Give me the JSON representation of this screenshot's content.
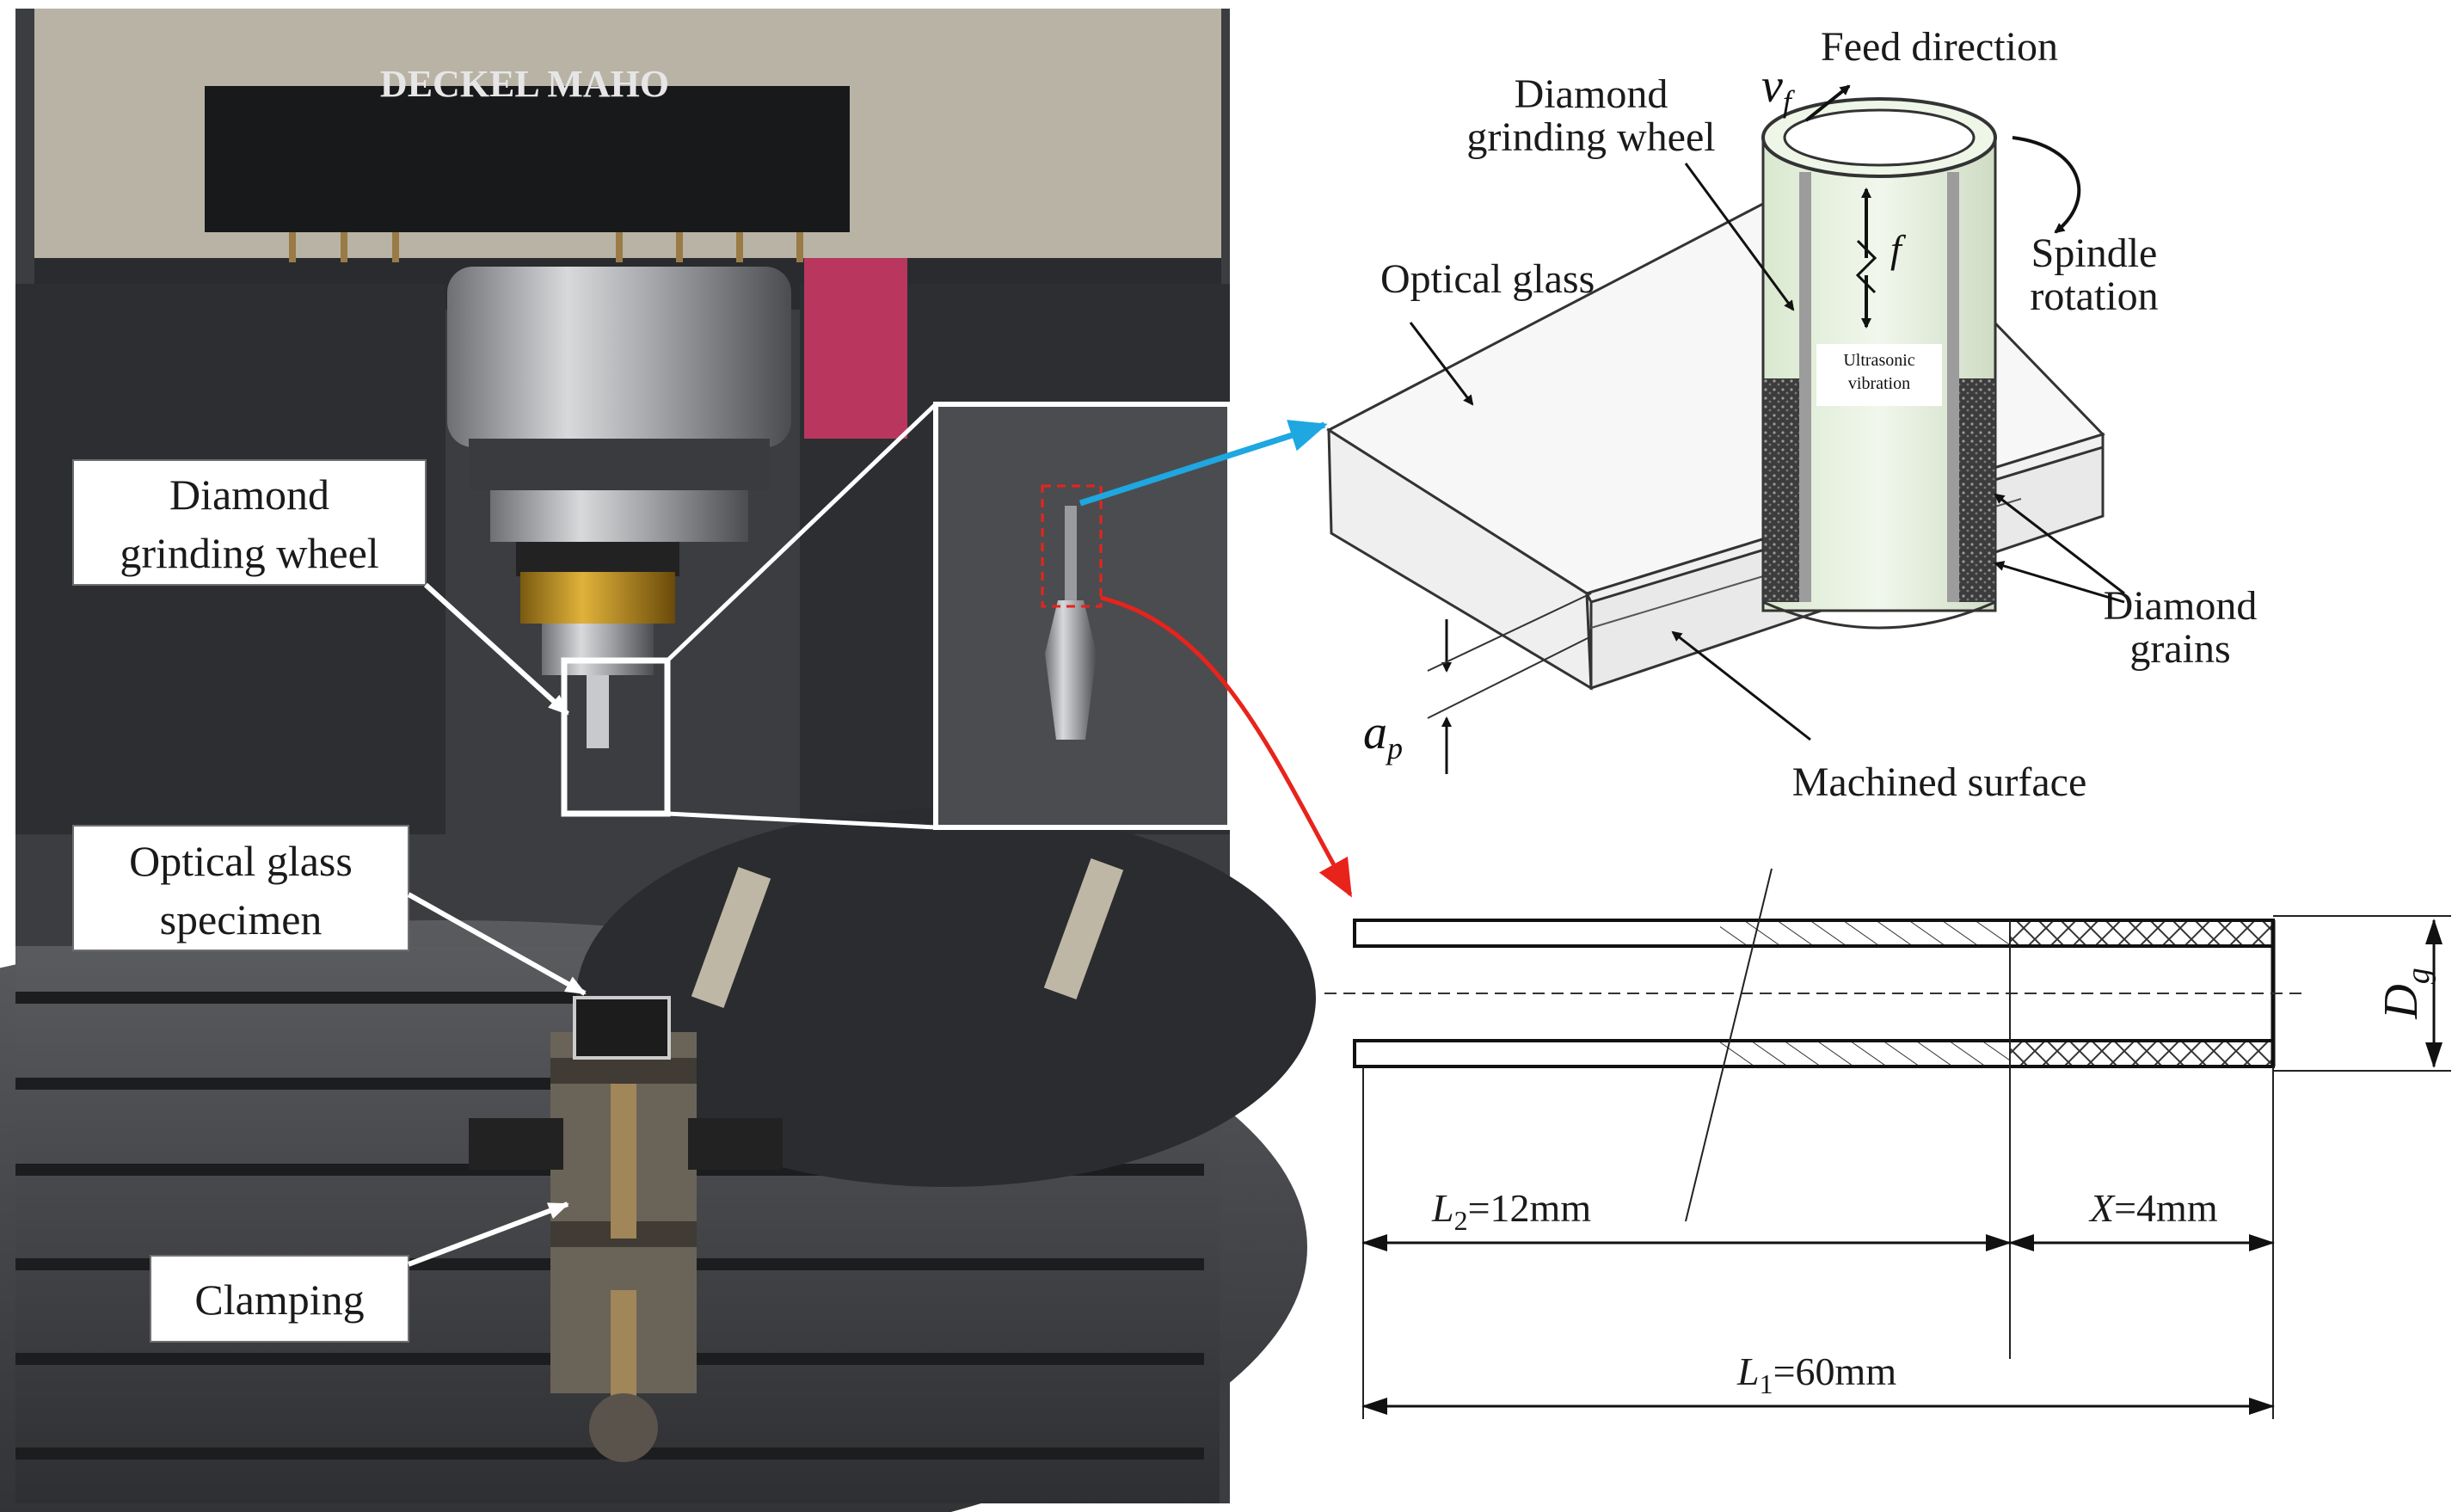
{
  "photo": {
    "machine_brand": "DECKEL MAHO",
    "labels": {
      "grinding_wheel_line1": "Diamond",
      "grinding_wheel_line2": "grinding wheel",
      "specimen_line1": "Optical glass",
      "specimen_line2": "specimen",
      "clamping": "Clamping"
    }
  },
  "schematic": {
    "feed_direction": "Feed direction",
    "vf_symbol": "v",
    "vf_subscript": "f",
    "wheel_label_line1": "Diamond",
    "wheel_label_line2": "grinding wheel",
    "optical_glass": "Optical glass",
    "f_symbol": "f",
    "spindle_line1": "Spindle",
    "spindle_line2": "rotation",
    "ultrasonic_line1": "Ultrasonic",
    "ultrasonic_line2": "vibration",
    "grains_line1": "Diamond",
    "grains_line2": "grains",
    "ap_symbol": "a",
    "ap_subscript": "p",
    "machined_surface": "Machined surface"
  },
  "dimensions": {
    "dg_symbol": "D",
    "dg_subscript": "g",
    "l2_symbol": "L",
    "l2_subscript": "2",
    "l2_value": "=12mm",
    "x_symbol": "X",
    "x_value": "=4mm",
    "l1_symbol": "L",
    "l1_subscript": "1",
    "l1_value": "=60mm"
  },
  "colors": {
    "blue_arrow": "#1ea7e0",
    "red_arrow": "#e8231c",
    "photo_bg": "#3a3c40",
    "spindle_gold": "#c89a2a"
  }
}
